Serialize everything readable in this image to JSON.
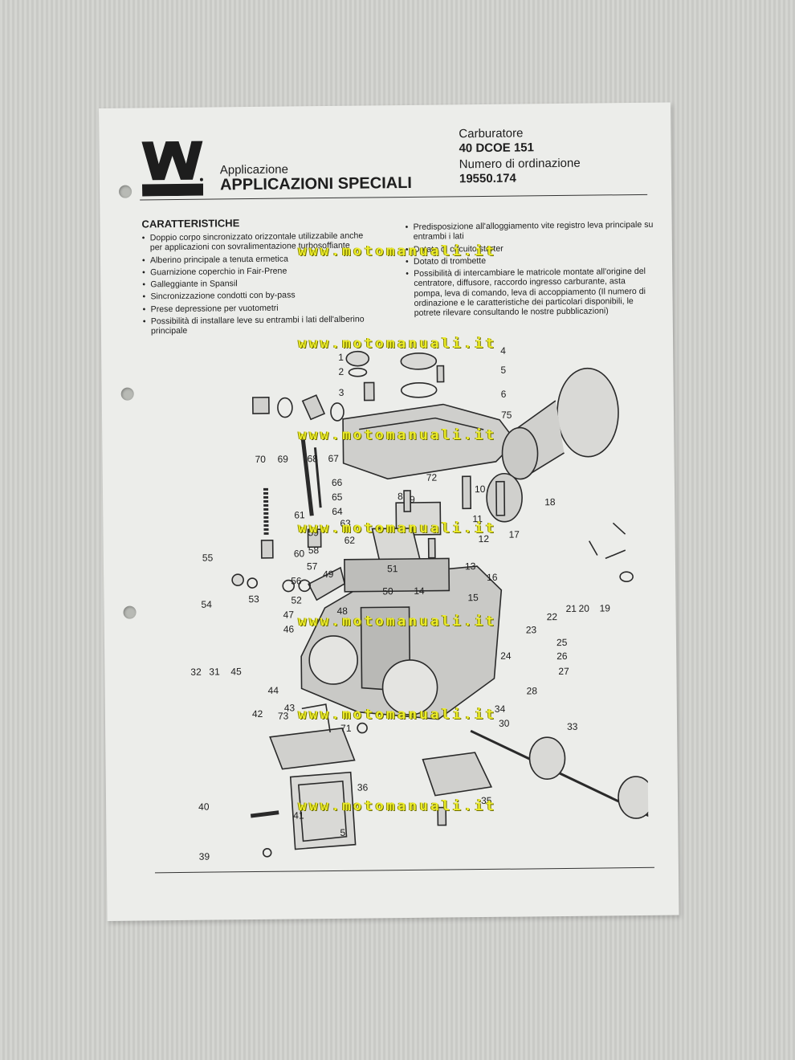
{
  "header": {
    "application_label": "Applicazione",
    "application_title": "APPLICAZIONI SPECIALI",
    "carburetor_label": "Carburatore",
    "carburetor_model": "40 DCOE 151",
    "order_label": "Numero di ordinazione",
    "order_code": "19550.174"
  },
  "features": {
    "title": "CARATTERISTICHE",
    "left": [
      "Doppio corpo sincronizzato orizzontale utilizzabile anche per applicazioni con sovralimentazione turbosoffiante",
      "Alberino principale a tenuta ermetica",
      "Guarnizione coperchio in Fair-Prene",
      "Galleggiante in Spansil",
      "Sincronizzazione condotti con by-pass",
      "Prese depressione per vuotometri",
      "Possibilità di installare leve su entrambi i lati dell'alberino principale"
    ],
    "right": [
      "Predisposizione all'alloggiamento vite registro leva principale su entrambi i lati",
      "Dotato di circuito starter",
      "Dotato di trombette",
      "Possibilità di intercambiare le matricole montate all'origine del centratore, diffusore, raccordo ingresso carburante, asta pompa, leva di comando, leva di accoppiamento (Il numero di ordinazione e le caratteristiche dei particolari disponibili, le potrete rilevare consultando le nostre pubblicazioni)"
    ]
  },
  "watermark": "www.motomanuali.it",
  "diagram_labels": [
    "1",
    "2",
    "3",
    "4",
    "5",
    "6",
    "75",
    "70",
    "69",
    "68",
    "67",
    "66",
    "65",
    "8",
    "9",
    "72",
    "10",
    "64",
    "63",
    "61",
    "11",
    "18",
    "59",
    "62",
    "12",
    "17",
    "58",
    "60",
    "55",
    "57",
    "49",
    "51",
    "13",
    "16",
    "56",
    "52",
    "50",
    "14",
    "53",
    "54",
    "48",
    "15",
    "20",
    "19",
    "21",
    "22",
    "47",
    "46",
    "23",
    "25",
    "26",
    "27",
    "32",
    "31",
    "45",
    "44",
    "24",
    "28",
    "71",
    "43",
    "42",
    "73",
    "34",
    "30",
    "33",
    "36",
    "35",
    "40",
    "41",
    "5",
    "39"
  ]
}
